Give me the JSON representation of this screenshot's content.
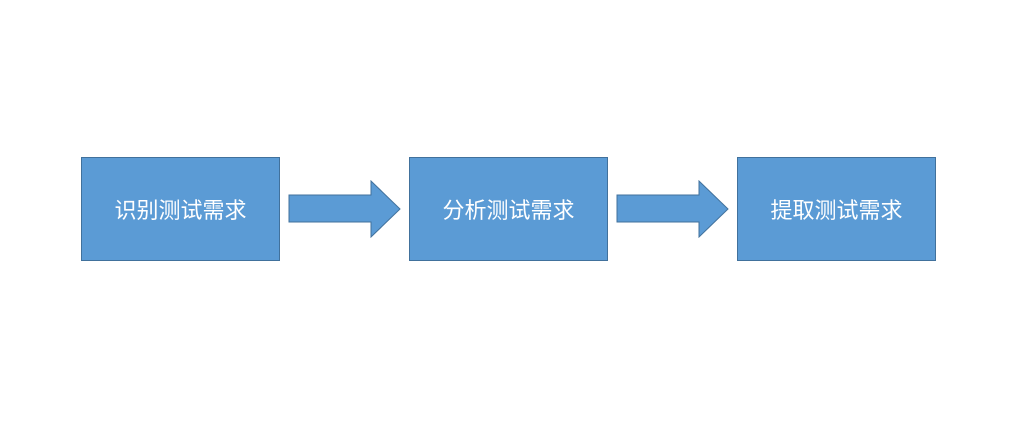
{
  "steps": [
    {
      "label": "识别测试需求"
    },
    {
      "label": "分析测试需求"
    },
    {
      "label": "提取测试需求"
    }
  ],
  "colors": {
    "fill": "#5b9bd5",
    "stroke": "#41719c",
    "text": "#ffffff"
  }
}
